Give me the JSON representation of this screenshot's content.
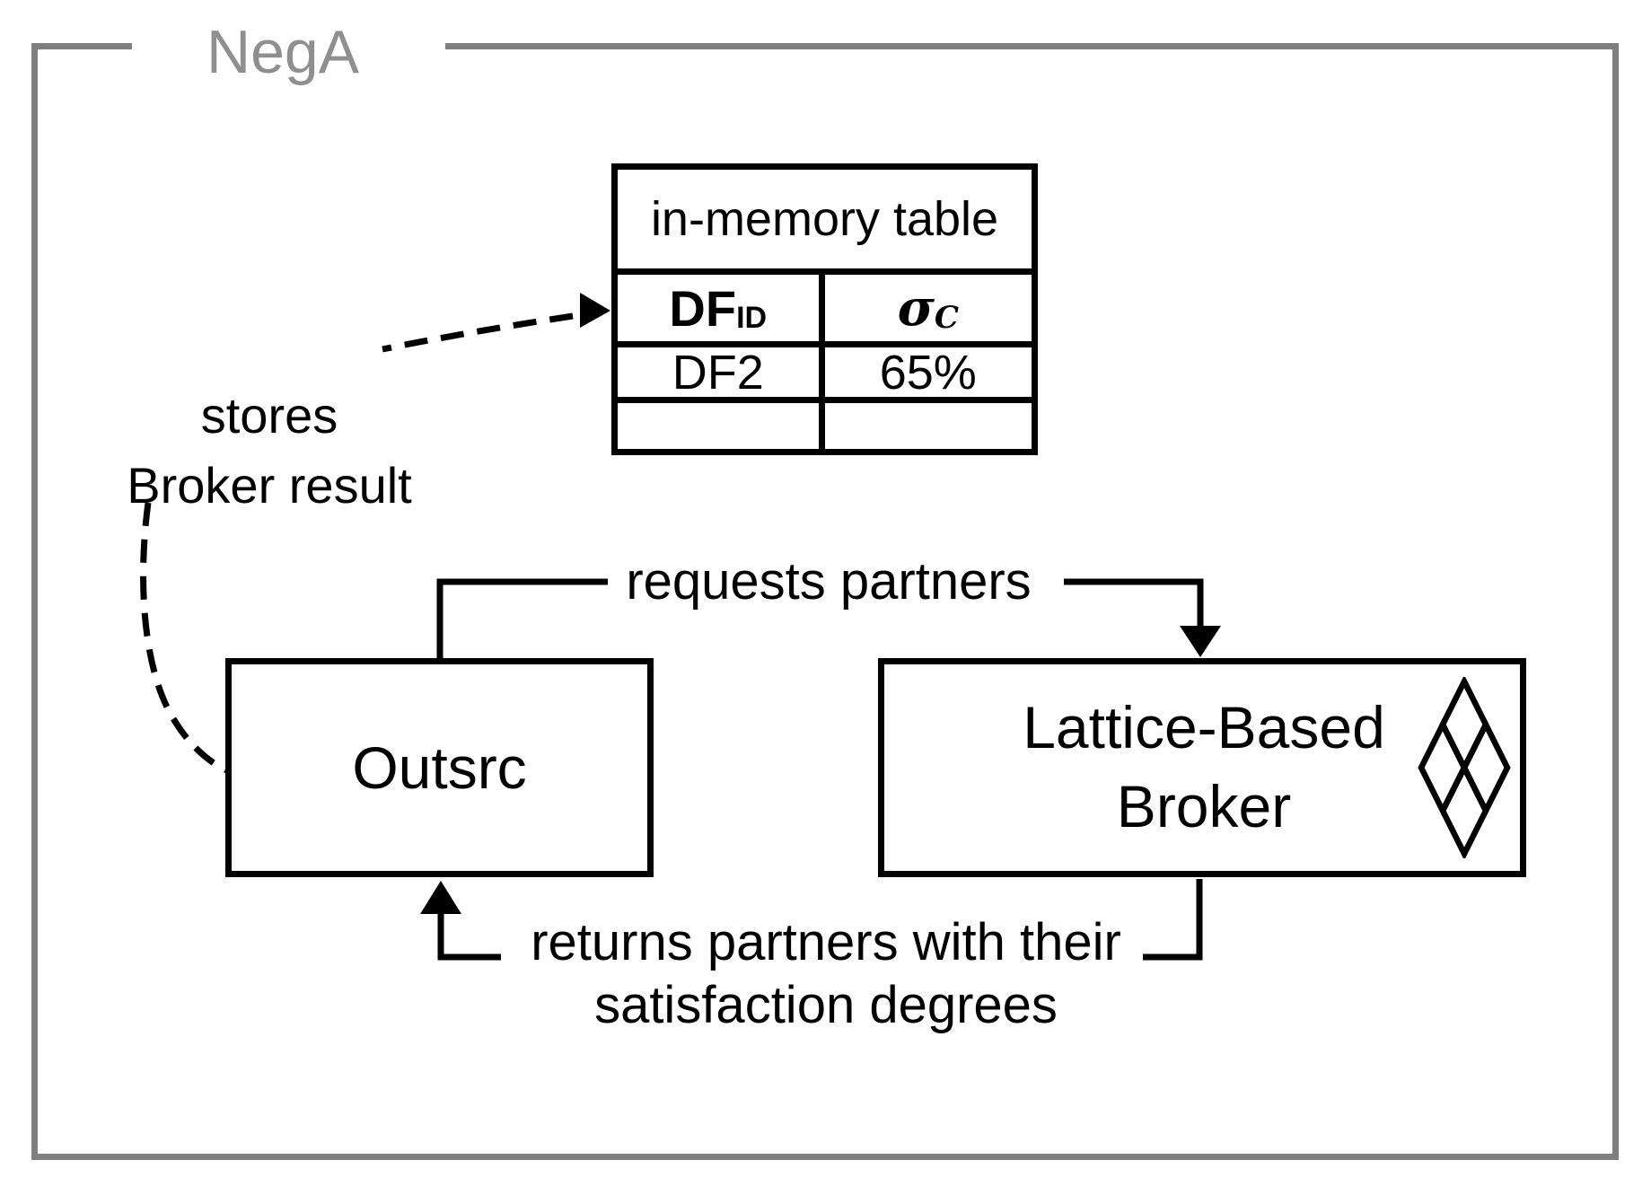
{
  "frame": {
    "label": "NegA"
  },
  "table": {
    "title": "in-memory table",
    "col1_header_main": "DF",
    "col1_header_sub": "ID",
    "col2_header_main": "σ",
    "col2_header_sub": "C",
    "rows": [
      {
        "c1": "DF2",
        "c2": "65%"
      },
      {
        "c1": "",
        "c2": ""
      }
    ]
  },
  "nodes": {
    "outsrc": {
      "label": "Outsrc"
    },
    "broker": {
      "line1": "Lattice-Based",
      "line2": "Broker",
      "icon": "lattice-diamond-icon"
    }
  },
  "edges": {
    "requests": {
      "label": "requests partners"
    },
    "returns": {
      "line1": "returns partners with their",
      "line2": "satisfaction degrees"
    },
    "stores": {
      "line1": "stores",
      "line2": "Broker result"
    }
  },
  "colors": {
    "frame_border": "#7f7f7f",
    "frame_label": "#8f8f8f",
    "ink": "#000000",
    "background": "#ffffff"
  }
}
